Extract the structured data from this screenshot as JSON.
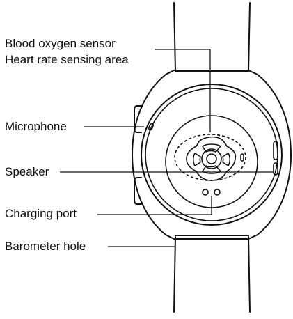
{
  "labels": {
    "blood_oxygen": "Blood oxygen sensor",
    "heart_rate": "Heart rate sensing area",
    "microphone": "Microphone",
    "speaker": "Speaker",
    "charging_port": "Charging port",
    "barometer": "Barometer hole"
  }
}
